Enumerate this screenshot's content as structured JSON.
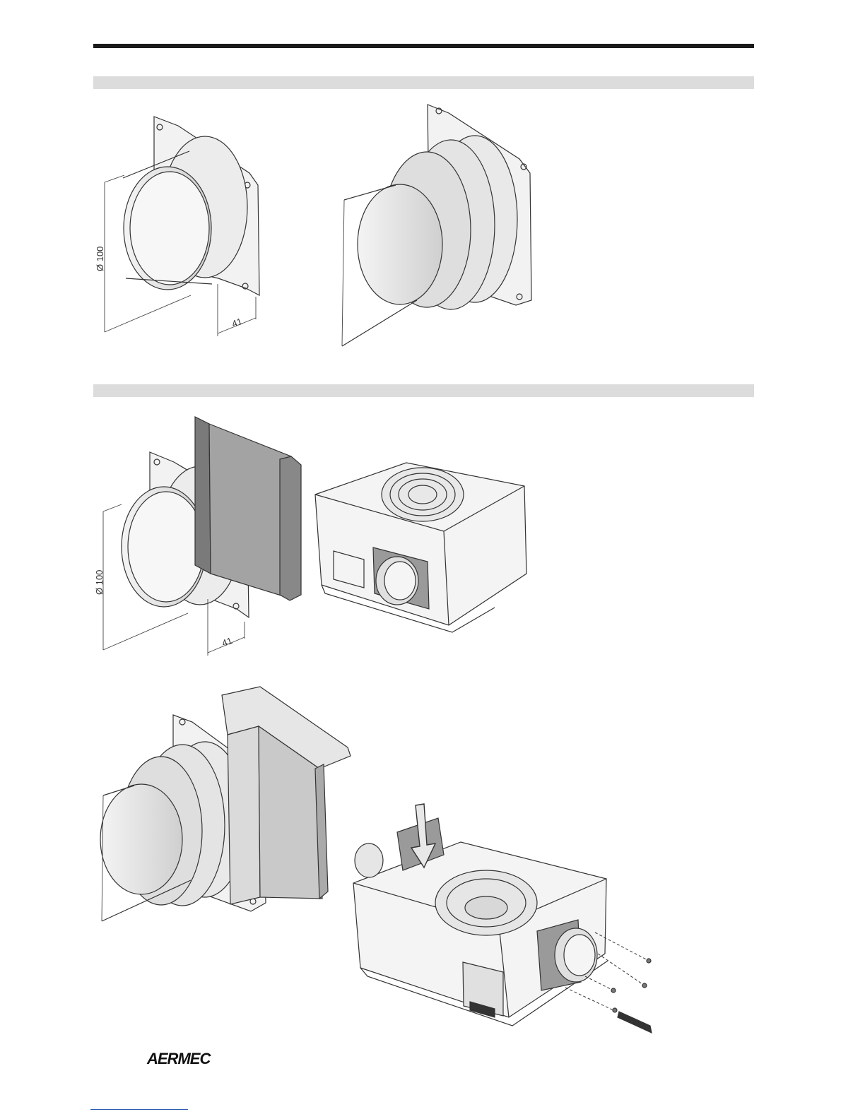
{
  "figures": {
    "top_left": {
      "diameter_label": "Ø 100",
      "depth_label": "41"
    },
    "mid_left": {
      "diameter_label": "Ø 100",
      "depth_label": "41"
    }
  },
  "footer": {
    "brand": "AERMEC"
  },
  "colors": {
    "rule": "#1a1a1a",
    "band": "#dcdcdc",
    "metal": "#e6e6e6",
    "dark_panel": "#8c8c8c"
  }
}
